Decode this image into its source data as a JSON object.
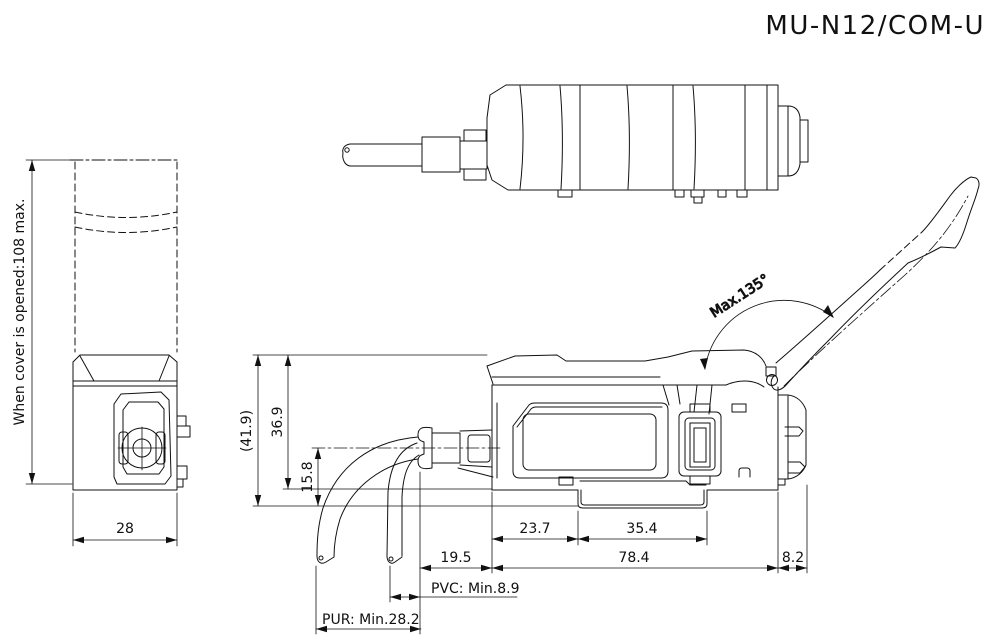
{
  "title": "MU-N12/COM-U",
  "dimensions": {
    "cover_open": "When cover is opened:108 max.",
    "front_width": "28",
    "overall_height": "(41.9)",
    "body_height": "36.9",
    "cable_center_height": "15.8",
    "slot_offset": "23.7",
    "slot_width": "35.4",
    "gland_length": "19.5",
    "body_length": "78.4",
    "rear_clip_depth": "8.2",
    "pvc_cable": "PVC: Min.8.9",
    "pur_cable": "PUR: Min.28.2",
    "cover_angle": "Max.135°"
  }
}
